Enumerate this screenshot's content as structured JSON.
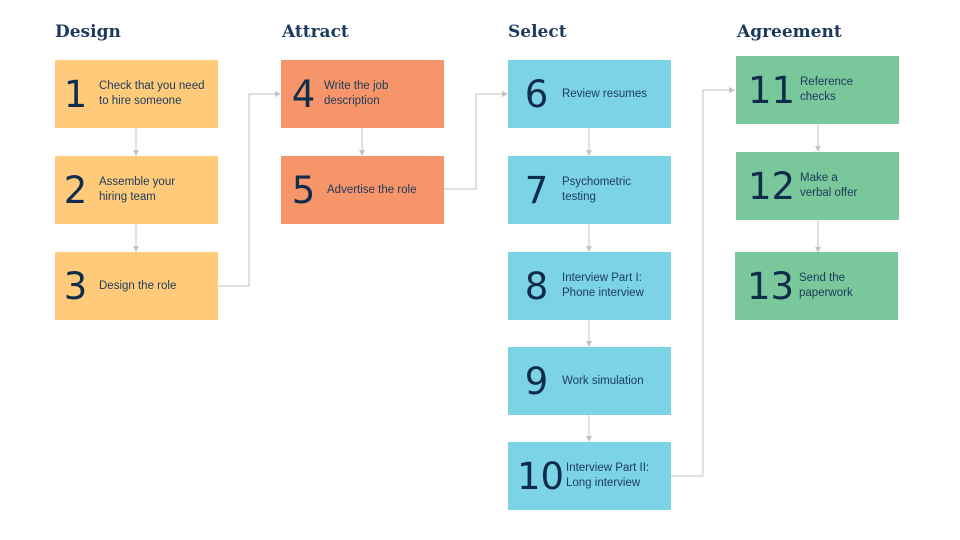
{
  "columns": [
    {
      "id": "design",
      "title": "Design",
      "color": "#ffca7a"
    },
    {
      "id": "attract",
      "title": "Attract",
      "color": "#f7956a"
    },
    {
      "id": "select",
      "title": "Select",
      "color": "#7dd3e6"
    },
    {
      "id": "agreement",
      "title": "Agreement",
      "color": "#79c79a"
    }
  ],
  "steps": [
    {
      "number": "1",
      "label": "Check that you need\nto hire someone"
    },
    {
      "number": "2",
      "label": "Assemble your\nhiring team"
    },
    {
      "number": "3",
      "label": "Design the role"
    },
    {
      "number": "4",
      "label": "Write the job\ndescription"
    },
    {
      "number": "5",
      "label": "Advertise the role"
    },
    {
      "number": "6",
      "label": "Review resumes"
    },
    {
      "number": "7",
      "label": "Psychometric\ntesting"
    },
    {
      "number": "8",
      "label": "Interview Part I:\nPhone interview"
    },
    {
      "number": "9",
      "label": "Work simulation"
    },
    {
      "number": "10",
      "label": "Interview Part II:\nLong interview"
    },
    {
      "number": "11",
      "label": "Reference\nchecks"
    },
    {
      "number": "12",
      "label": "Make a\nverbal offer"
    },
    {
      "number": "13",
      "label": "Send the\npaperwork"
    }
  ],
  "connector_color": "#c3c3c3"
}
